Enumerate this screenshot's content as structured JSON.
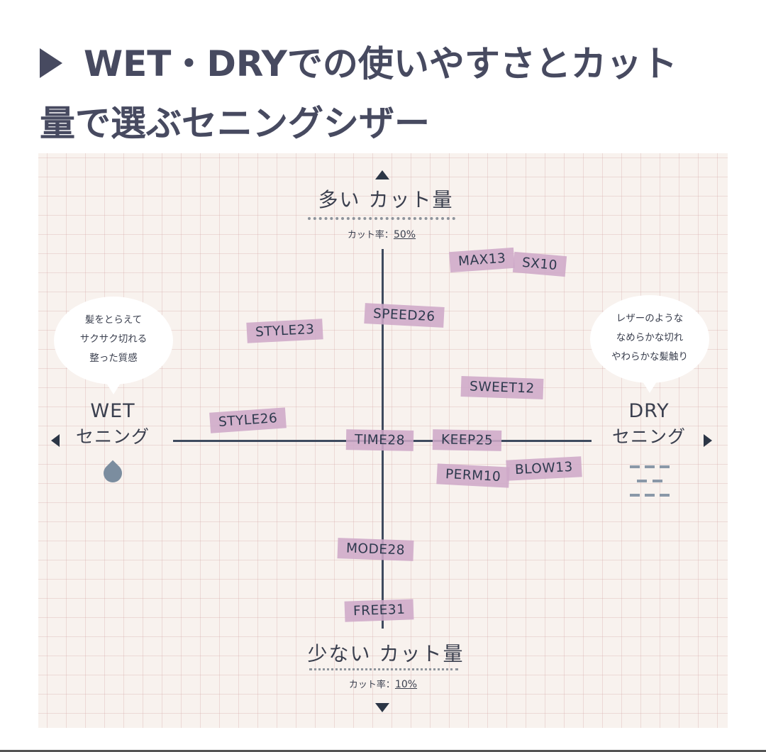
{
  "heading": {
    "line1": "WET・DRYでの使いやすさとカット",
    "line2": "量で選ぶセニングシザー"
  },
  "axis": {
    "top": {
      "label": "多い カット量",
      "rate_prefix": "カット率：",
      "rate_value": "50%"
    },
    "bottom": {
      "label": "少ない カット量",
      "rate_prefix": "カット率：",
      "rate_value": "10%"
    },
    "left": {
      "title": "WET",
      "sub": "セニング",
      "icon": "water-drop-icon"
    },
    "right": {
      "title": "DRY",
      "sub": "セニング",
      "icon": "dry-lines-icon"
    }
  },
  "bubbles": {
    "wet": [
      "髪をとらえて",
      "サクサク切れる",
      "整った質感"
    ],
    "dry": [
      "レザーのような",
      "なめらかな切れ",
      "やわらかな髪触り"
    ]
  },
  "products": [
    {
      "name": "MAX13"
    },
    {
      "name": "SX10"
    },
    {
      "name": "SPEED26"
    },
    {
      "name": "STYLE23"
    },
    {
      "name": "SWEET12"
    },
    {
      "name": "STYLE26"
    },
    {
      "name": "TIME28"
    },
    {
      "name": "KEEP25"
    },
    {
      "name": "BLOW13"
    },
    {
      "name": "PERM10"
    },
    {
      "name": "MODE28"
    },
    {
      "name": "FREE31"
    }
  ],
  "colors": {
    "tag": "#cea8c8",
    "axis": "#3e4a5e",
    "heading": "#474a60",
    "panel": "#f8f2ee"
  }
}
